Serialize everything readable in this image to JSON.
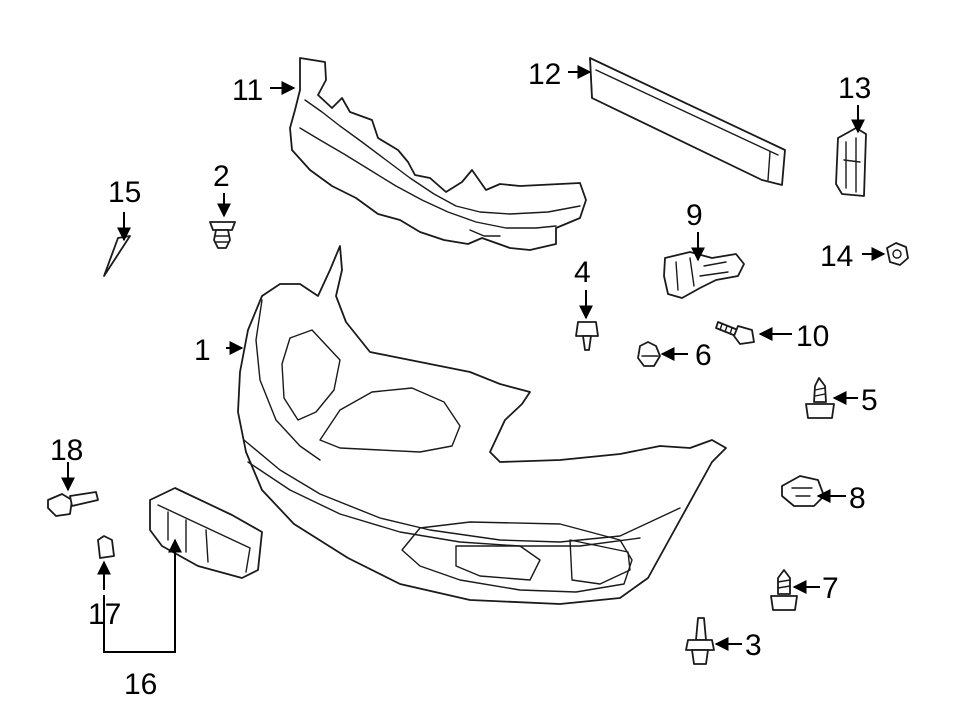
{
  "callouts": [
    {
      "id": "1"
    },
    {
      "id": "2"
    },
    {
      "id": "3"
    },
    {
      "id": "4"
    },
    {
      "id": "5"
    },
    {
      "id": "6"
    },
    {
      "id": "7"
    },
    {
      "id": "8"
    },
    {
      "id": "9"
    },
    {
      "id": "10"
    },
    {
      "id": "11"
    },
    {
      "id": "12"
    },
    {
      "id": "13"
    },
    {
      "id": "14"
    },
    {
      "id": "15"
    },
    {
      "id": "16"
    },
    {
      "id": "17"
    },
    {
      "id": "18"
    }
  ],
  "colors": {
    "line": "#1a1a1a",
    "background": "#ffffff"
  }
}
